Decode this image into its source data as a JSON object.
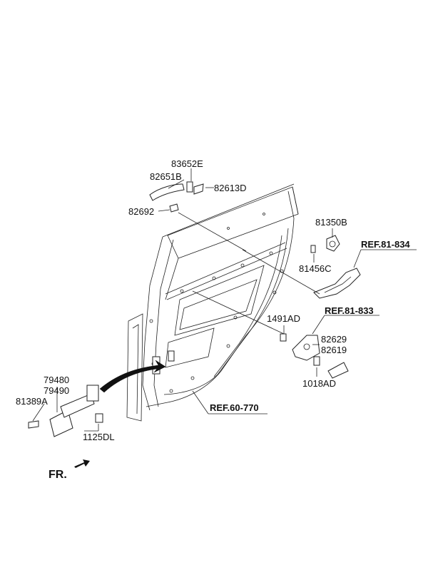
{
  "labels": {
    "p83652E": "83652E",
    "p82651B": "82651B",
    "p82613D": "82613D",
    "p82692": "82692",
    "p81350B": "81350B",
    "p81456C": "81456C",
    "ref81834": "REF.81-834",
    "ref81833": "REF.81-833",
    "p1491AD": "1491AD",
    "p82629": "82629",
    "p82619": "82619",
    "p1018AD": "1018AD",
    "ref60770": "REF.60-770",
    "p79480": "79480",
    "p79490": "79490",
    "p81389A": "81389A",
    "p1125DL": "1125DL",
    "fr": "FR."
  },
  "icons": [
    "door-shell",
    "outside-handle",
    "handle-cover",
    "door-checker",
    "latch-assembly",
    "fr-arrow"
  ]
}
